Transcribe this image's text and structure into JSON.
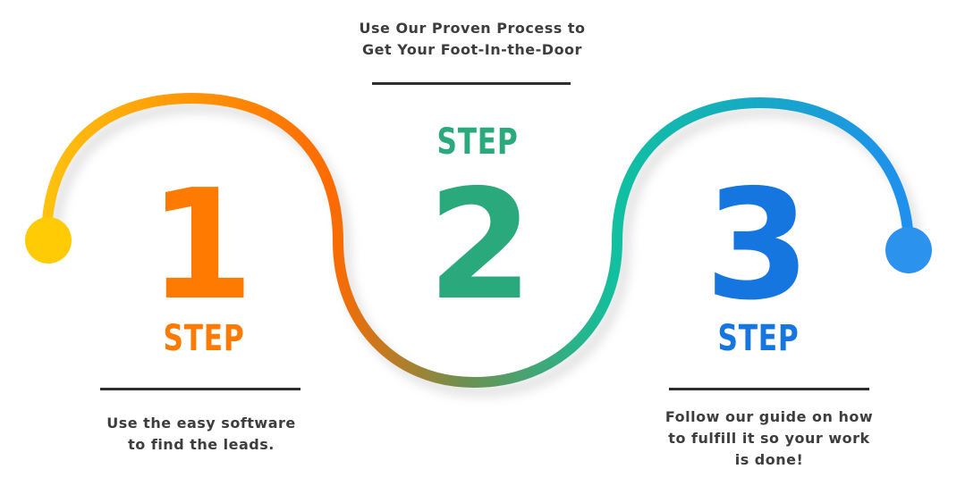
{
  "intro": {
    "line1": "Use Our Proven Process to",
    "line2": "Get Your Foot-In-the-Door"
  },
  "steps": [
    {
      "number": "1",
      "word": "STEP",
      "color": "#ff7a00",
      "desc_line1": "Use the easy software",
      "desc_line2": "to find the leads."
    },
    {
      "number": "2",
      "word": "STEP",
      "color": "#2aa97c"
    },
    {
      "number": "3",
      "word": "STEP",
      "color": "#1576e0",
      "desc_line1": "Follow our guide on how",
      "desc_line2": "to fulfill it so your work",
      "desc_line3": "is done!"
    }
  ],
  "colors": {
    "curve_start": "#ffc20e",
    "curve_orange": "#ff6a00",
    "curve_bottom": "#6f8f4f",
    "curve_teal": "#10c0a0",
    "curve_end": "#1e8ff0",
    "text": "#3d3d3d",
    "rule": "#2e2e2e"
  }
}
